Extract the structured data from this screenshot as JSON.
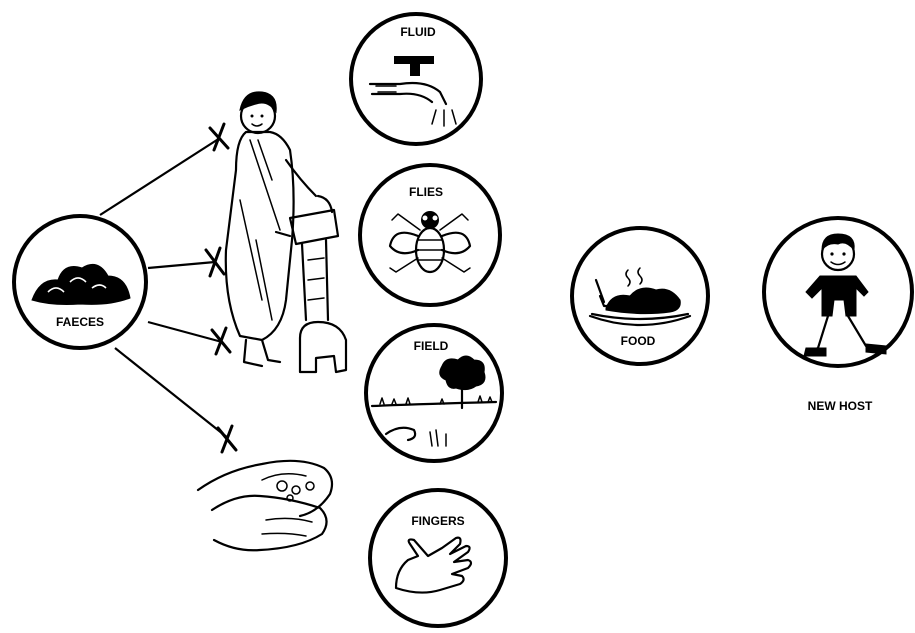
{
  "labels": {
    "faeces": "FAECES",
    "fluid": "FLUID",
    "flies": "FLIES",
    "field": "FIELD",
    "fingers": "FINGERS",
    "food": "FOOD",
    "new_host": "NEW HOST"
  },
  "colors": {
    "ink": "#000000",
    "background": "#ffffff"
  }
}
